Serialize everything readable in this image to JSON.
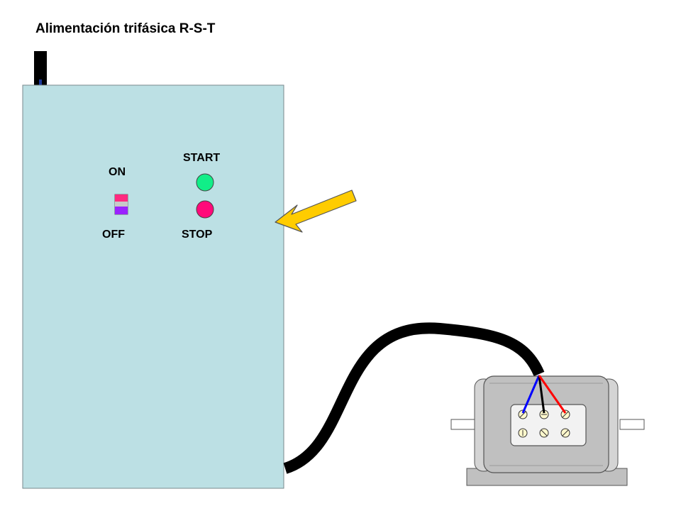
{
  "title": "Alimentación trifásica R-S-T",
  "panel": {
    "labels": {
      "on": "ON",
      "off": "OFF",
      "start": "START",
      "stop": "STOP"
    }
  },
  "colors": {
    "panel_fill": "#bce0e4",
    "start_button": "#11ee88",
    "stop_button": "#ff0a7a",
    "switch_on": "#ff2a80",
    "switch_off": "#9a22ff",
    "arrow": "#ffcc00",
    "cable": "#000000",
    "motor_body": "#c0c0c0",
    "wire_blue": "#0000ff",
    "wire_black": "#000000",
    "wire_red": "#ff0000"
  }
}
